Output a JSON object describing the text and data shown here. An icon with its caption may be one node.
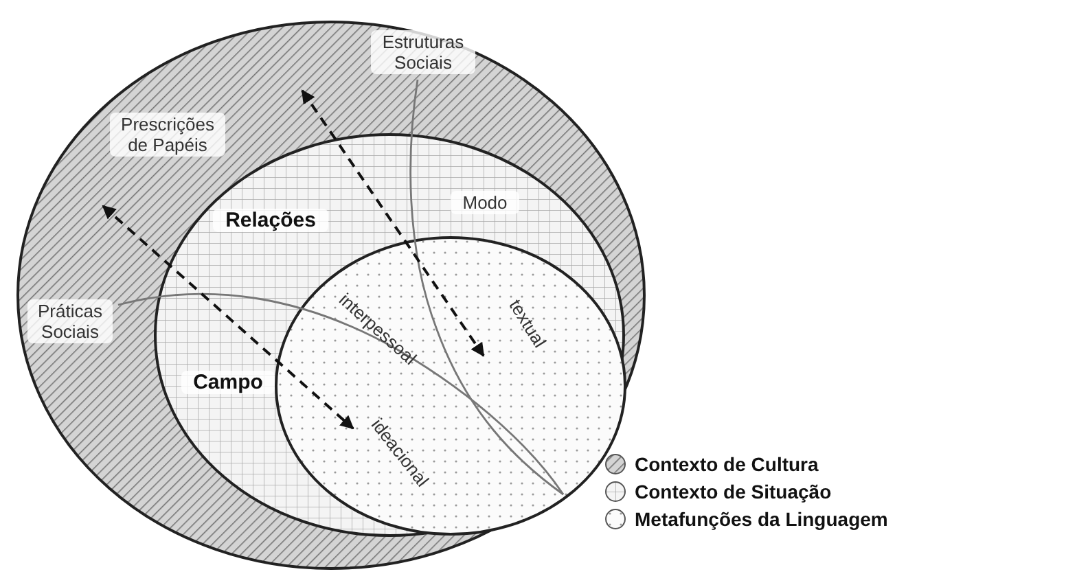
{
  "diagram": {
    "nodes": [
      {
        "text": [],
        "shape": "circle"
      },
      {
        "text": [
          "Estruturas Sociais"
        ],
        "in": 0
      },
      {
        "text": [
          "Prescrições de Papéis"
        ],
        "in": 0
      },
      {
        "text": [],
        "shape": "circle",
        "in": 0
      },
      {
        "text": [
          "Relações"
        ],
        "in": 3
      },
      {
        "text": [
          "Modo"
        ],
        "in": 3
      },
      {
        "text": [
          "Práticas Sociais"
        ],
        "in": 0
      },
      {
        "text": [
          "Campo"
        ],
        "in": 3
      },
      {
        "text": [],
        "shape": "circle",
        "in": 3
      },
      {
        "text": [
          "interpessoal"
        ],
        "in": 8
      },
      {
        "text": [
          "textual"
        ],
        "in": 8
      },
      {
        "text": [
          "ideacional"
        ],
        "in": 8
      }
    ],
    "edges": [
      {
        "from": null,
        "to": 11,
        "arrow": "both",
        "style": "dashed"
      },
      {
        "from": null,
        "to": 10,
        "arrow": "both",
        "style": "dashed"
      }
    ],
    "legend": [
      {
        "text": "Contexto de Cultura"
      },
      {
        "text": "Contexto de Situação"
      },
      {
        "text": "Metafunções da Linguagem"
      }
    ]
  }
}
